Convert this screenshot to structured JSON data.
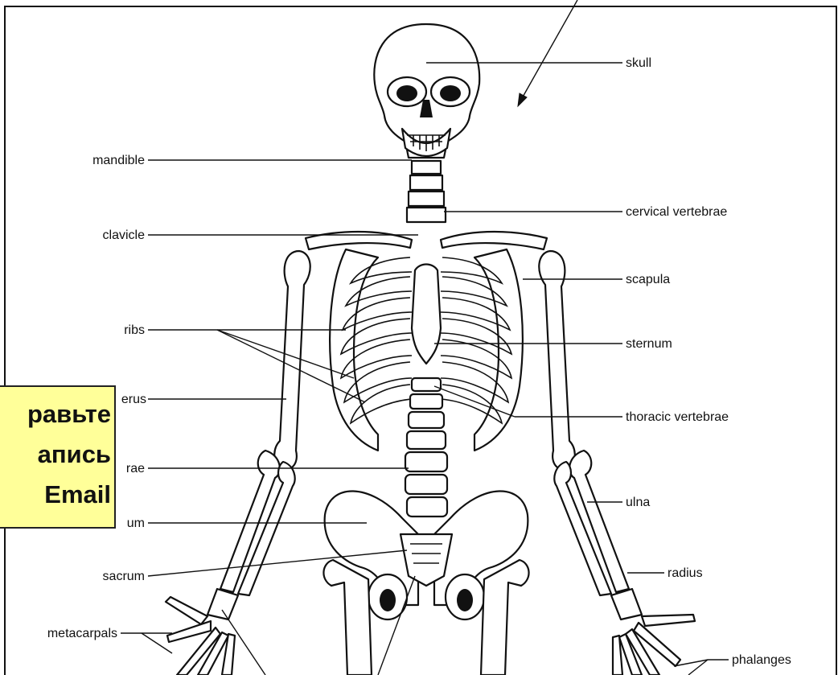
{
  "diagram": {
    "labels": [
      {
        "id": "skull",
        "text": "skull"
      },
      {
        "id": "mandible",
        "text": "mandible"
      },
      {
        "id": "cervical",
        "text": "cervical vertebrae"
      },
      {
        "id": "clavicle",
        "text": "clavicle"
      },
      {
        "id": "scapula",
        "text": "scapula"
      },
      {
        "id": "ribs",
        "text": "ribs"
      },
      {
        "id": "sternum",
        "text": "sternum"
      },
      {
        "id": "humerus",
        "text": "h     erus"
      },
      {
        "id": "thoracic",
        "text": "thoracic vertebrae"
      },
      {
        "id": "lumbar",
        "text": "rae"
      },
      {
        "id": "ulna",
        "text": "ulna"
      },
      {
        "id": "ilium",
        "text": "um"
      },
      {
        "id": "sacrum",
        "text": "sacrum"
      },
      {
        "id": "radius",
        "text": "radius"
      },
      {
        "id": "metacarpals",
        "text": "metacarpals"
      },
      {
        "id": "phalanges",
        "text": "phalanges"
      }
    ]
  },
  "overlay_note": {
    "lines": [
      "равьте",
      "апись",
      "Email"
    ],
    "background": "#ffff99"
  },
  "colors": {
    "ink": "#111111",
    "paper": "#ffffff"
  }
}
